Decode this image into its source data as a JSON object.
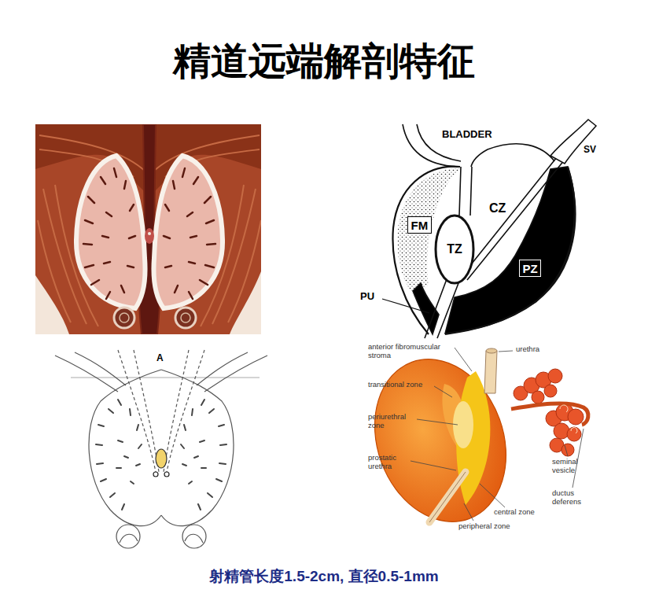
{
  "diagram": {
    "title": "精道远端解剖特征",
    "caption": "射精管长度1.5-2cm, 直径0.5-1mm",
    "nodes": [
      {
        "text": [
          "FM"
        ]
      },
      {
        "text": [
          "TZ"
        ]
      },
      {
        "text": [
          "PZ"
        ]
      }
    ],
    "labels": [
      "BLADDER",
      "SV",
      "CZ",
      "PU",
      "A",
      "anterior fibromuscular stroma",
      "urethra",
      "transitional zone",
      "periurethral zone",
      "prostatic urethra",
      "seminal vesicle",
      "ductus deferens",
      "central zone",
      "peripheral zone"
    ]
  }
}
